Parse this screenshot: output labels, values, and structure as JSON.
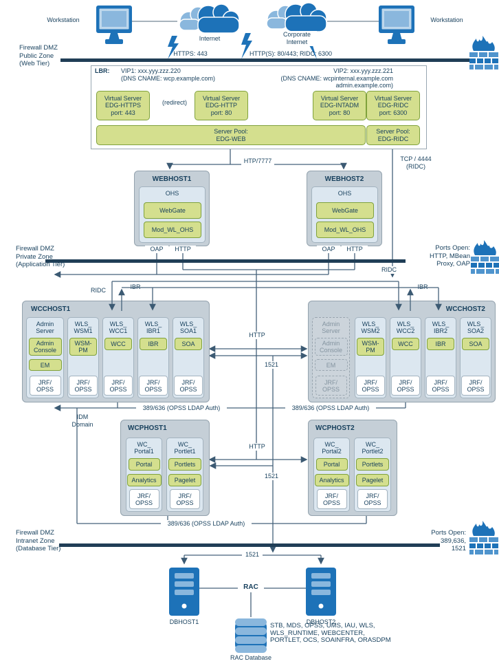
{
  "top": {
    "workstation_left": "Workstation",
    "workstation_right": "Workstation",
    "internet": "Internet",
    "corporate_a": "Corporate",
    "corporate_b": "Internet",
    "https_label": "HTTPS: 443",
    "http_label": "HTTP(S): 80/443; RIDC: 6300"
  },
  "zones": {
    "public": {
      "l1": "Firewall DMZ",
      "l2": "Public Zone",
      "l3": "(Web Tier)"
    },
    "private": {
      "l1": "Firewall DMZ",
      "l2": "Private Zone",
      "l3": "(Application Tier)",
      "p1": "Ports Open:",
      "p2": "HTTP, MBean",
      "p3": "Proxy, OAP"
    },
    "intranet": {
      "l1": "Firewall DMZ",
      "l2": "Intranet Zone",
      "l3": "(Database Tier)",
      "p1": "Ports Open:",
      "p2": "389,636,",
      "p3": "1521"
    }
  },
  "lbr": {
    "title": "LBR:",
    "vip1_1": "VIP1: xxx.yyy.zzz.220",
    "vip1_2": "(DNS CNAME: wcp.example.com)",
    "vip2_1": "VIP2: xxx.yyy.zzz.221",
    "vip2_2": "(DNS CNAME: wcpinternal.example.com",
    "vip2_3": "admin.example.com)",
    "vs": [
      {
        "l1": "Virtual Server",
        "l2": "EDG-HTTPS",
        "l3": "port: 443"
      },
      {
        "l1": "Virtual Server",
        "l2": "EDG-HTTP",
        "l3": "port: 80"
      },
      {
        "l1": "Virtual Server",
        "l2": "EDG-INTADM",
        "l3": "port: 80"
      },
      {
        "l1": "Virtual Server",
        "l2": "EDG-RIDC",
        "l3": "port: 6300"
      }
    ],
    "pool_web": [
      "Server Pool:",
      "EDG-WEB"
    ],
    "pool_ridc": [
      "Server Pool:",
      "EDG-RIDC"
    ]
  },
  "conn": {
    "redirect": "(redirect)",
    "htp7777": "HTP/7777",
    "tcp4444a": "TCP / 4444",
    "tcp4444b": "(RIDC)",
    "oap": "OAP",
    "http": "HTTP",
    "ridc": "RIDC",
    "ibr": "IBR",
    "p1521": "1521",
    "ldap": "389/636 (OPSS LDAP Auth)",
    "idm_a": "IDM",
    "idm_b": "Domain",
    "rac": "RAC",
    "jrf_a": "JRF/",
    "jrf_b": "OPSS"
  },
  "webhost1": {
    "title": "WEBHOST1",
    "ohs": "OHS",
    "chip1": "WebGate",
    "chip2": "Mod_WL_OHS"
  },
  "webhost2": {
    "title": "WEBHOST2",
    "ohs": "OHS",
    "chip1": "WebGate",
    "chip2": "Mod_WL_OHS"
  },
  "wcchost1": {
    "title": "WCCHOST1",
    "cols": [
      {
        "t": [
          "Admin",
          "Server"
        ],
        "chips": [
          [
            "Admin",
            "Console"
          ],
          [
            "EM"
          ]
        ]
      },
      {
        "t": [
          "WLS_",
          "WSM1"
        ],
        "chips": [
          [
            "WSM-",
            "PM"
          ]
        ]
      },
      {
        "t": [
          "WLS_",
          "WCC1"
        ],
        "chips": [
          [
            "WCC"
          ]
        ]
      },
      {
        "t": [
          "WLS_",
          "IBR1"
        ],
        "chips": [
          [
            "IBR"
          ]
        ]
      },
      {
        "t": [
          "WLS_",
          "SOA1"
        ],
        "chips": [
          [
            "SOA"
          ]
        ]
      }
    ]
  },
  "wcchost2": {
    "title": "WCCHOST2",
    "cols": [
      {
        "t": [
          "Admin",
          "Server"
        ],
        "chips": [
          [
            "Admin",
            "Console"
          ],
          [
            "EM"
          ]
        ]
      },
      {
        "t": [
          "WLS_",
          "WSM2"
        ],
        "chips": [
          [
            "WSM-",
            "PM"
          ]
        ]
      },
      {
        "t": [
          "WLS_",
          "WCC2"
        ],
        "chips": [
          [
            "WCC"
          ]
        ]
      },
      {
        "t": [
          "WLS_",
          "IBR2"
        ],
        "chips": [
          [
            "IBR"
          ]
        ]
      },
      {
        "t": [
          "WLS_",
          "SOA2"
        ],
        "chips": [
          [
            "SOA"
          ]
        ]
      }
    ]
  },
  "wcphost1": {
    "title": "WCPHOST1",
    "cols": [
      {
        "t": [
          "WC_",
          "Portal1"
        ],
        "chips": [
          "Portal",
          "Analytics"
        ]
      },
      {
        "t": [
          "WC_",
          "Portlet1"
        ],
        "chips": [
          "Portlets",
          "Pagelet"
        ]
      }
    ]
  },
  "wcphost2": {
    "title": "WCPHOST2",
    "cols": [
      {
        "t": [
          "WC_",
          "Portal2"
        ],
        "chips": [
          "Portal",
          "Analytics"
        ]
      },
      {
        "t": [
          "WC_",
          "Portlet2"
        ],
        "chips": [
          "Portlets",
          "Pagelet"
        ]
      }
    ]
  },
  "db": {
    "host1": "DBHOST1",
    "host2": "DBHOST2",
    "racdb": "RAC Database",
    "schemas": [
      "STB, MDS, OPSS, UMS, IAU, WLS,",
      "WLS_RUNTIME, WEBCENTER,",
      "PORTLET, OCS, SOAINFRA, ORASDPM"
    ]
  }
}
